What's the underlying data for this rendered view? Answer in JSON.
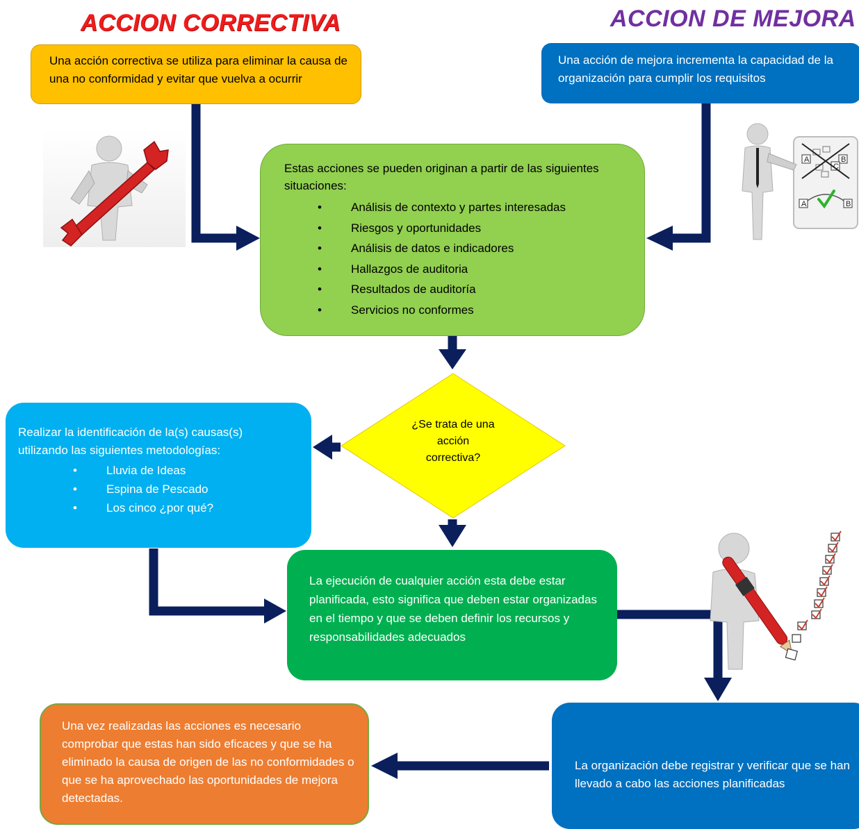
{
  "titles": {
    "corrective": "ACCION CORRECTIVA",
    "improvement": "ACCION DE MEJORA"
  },
  "corrective_box": {
    "text": "Una acción correctiva se utiliza para eliminar la causa de una no conformidad y evitar que vuelva a ocurrir"
  },
  "improvement_box": {
    "text": "Una acción de mejora incrementa la capacidad de la organización para cumplir los requisitos"
  },
  "situations_box": {
    "intro": "Estas acciones se pueden originan a partir de las siguientes situaciones:",
    "items": [
      "Análisis de contexto y partes interesadas",
      "Riesgos y oportunidades",
      "Análisis de datos e indicadores",
      "Hallazgos de auditoria",
      "Resultados de auditoría",
      "Servicios no conformes"
    ]
  },
  "decision": {
    "text": "¿Se trata de una acción correctiva?"
  },
  "causes_box": {
    "intro": "Realizar la identificación de la(s) causas(s) utilizando las siguientes metodologías:",
    "items": [
      "Lluvia de Ideas",
      "Espina de Pescado",
      "Los cinco ¿por qué?"
    ]
  },
  "execution_box": {
    "text": "La ejecución de cualquier acción esta debe estar planificada, esto significa que deben estar organizadas en el tiempo y que se deben definir los recursos y responsabilidades adecuados"
  },
  "verify_box": {
    "text": "La organización debe registrar y verificar que se han llevado a cabo las acciones planificadas"
  },
  "effective_box": {
    "text": "Una vez realizadas las acciones es necesario comprobar que estas han sido eficaces y que se ha eliminado la causa de origen de las no conformidades o que se ha aprovechado las oportunidades de mejora detectadas."
  },
  "illustrations": {
    "wrench_figure": "wrench-person-icon",
    "board_figure": "presentation-person-icon",
    "checklist_figure": "checklist-person-icon",
    "board_labels": [
      "A",
      "B",
      "C",
      "A",
      "B"
    ]
  },
  "colors": {
    "arrow": "#0a1f5c",
    "corrective_box": "#ffc000",
    "improvement_box": "#0070c0",
    "situations_box": "#92d050",
    "decision": "#ffff00",
    "causes_box": "#00b0f0",
    "execution_box": "#00b050",
    "verify_box": "#0070c0",
    "effective_box": "#ed7d31"
  }
}
